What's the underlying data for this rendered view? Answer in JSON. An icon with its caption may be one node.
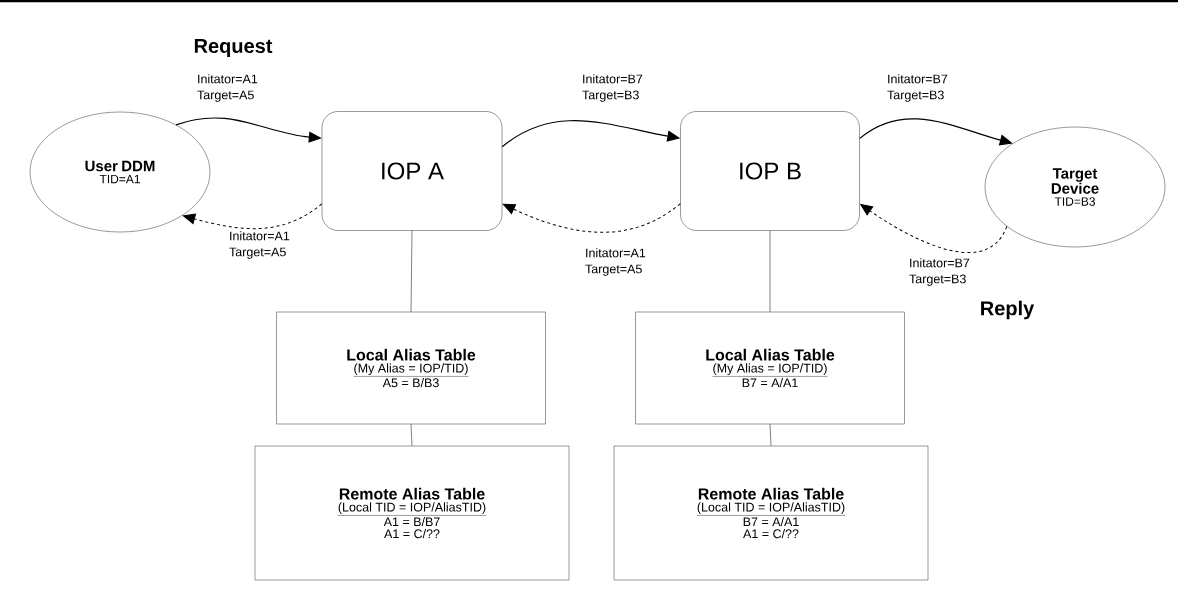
{
  "diagram": {
    "nodes": [
      {
        "text": [
          "User DDM",
          "TID=A1"
        ]
      },
      {
        "text": [
          "IOP A"
        ]
      },
      {
        "text": [
          "IOP B"
        ]
      },
      {
        "text": [
          "Target Device",
          "TID=B3"
        ]
      },
      {
        "text": [
          "Local Alias Table",
          "(My Alias = IOP/TID)",
          "A5 = B/B3"
        ]
      },
      {
        "text": [
          "Remote Alias Table",
          "(Local TID = IOP/AliasTID)",
          "A1 = B/B7",
          "A1 = C/??"
        ]
      },
      {
        "text": [
          "Local Alias Table",
          "(My Alias = IOP/TID)",
          "B7 = A/A1"
        ]
      },
      {
        "text": [
          "Remote Alias Table",
          "(Local TID = IOP/AliasTID)",
          "B7 = A/A1",
          "A1 = C/??"
        ]
      }
    ],
    "edges": [
      {
        "from": 0,
        "to": 1,
        "arrow": "to",
        "label": "Initator=A1 Target=A5"
      },
      {
        "from": 1,
        "to": 0,
        "arrow": "to",
        "label": "Initator=A1 Target=A5",
        "style": "dashed"
      },
      {
        "from": 1,
        "to": 2,
        "arrow": "to",
        "label": "Initator=B7 Target=B3"
      },
      {
        "from": 2,
        "to": 1,
        "arrow": "to",
        "label": "Initator=A1 Target=A5",
        "style": "dashed"
      },
      {
        "from": 2,
        "to": 3,
        "arrow": "to",
        "label": "Initator=B7 Target=B3"
      },
      {
        "from": 3,
        "to": 2,
        "arrow": "to",
        "label": "Initator=B7 Target=B3",
        "style": "dashed"
      },
      {
        "from": 1,
        "to": 4,
        "arrow": "none"
      },
      {
        "from": 4,
        "to": 5,
        "arrow": "none"
      },
      {
        "from": 2,
        "to": 6,
        "arrow": "none"
      },
      {
        "from": 6,
        "to": 7,
        "arrow": "none"
      }
    ],
    "labels": [
      "Request",
      "Reply"
    ]
  }
}
